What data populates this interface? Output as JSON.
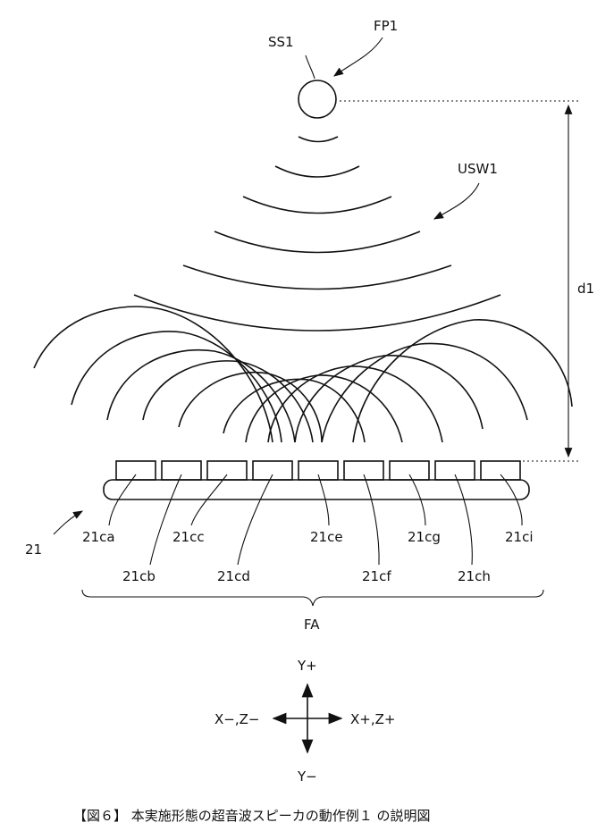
{
  "figure": {
    "source_label": "SS1",
    "focal_point_label": "FP1",
    "wave_label": "USW1",
    "distance_label": "d1",
    "speaker_label": "21",
    "area_label": "FA",
    "elements": [
      "21ca",
      "21cb",
      "21cc",
      "21cd",
      "21ce",
      "21cf",
      "21cg",
      "21ch",
      "21ci"
    ],
    "axes": {
      "y_plus": "Y+",
      "y_minus": "Y−",
      "x_minus": "X−,Z−",
      "x_plus": "X+,Z+"
    },
    "caption": "【図６】 本実施形態の超音波スピーカの動作例１ の説明図"
  }
}
